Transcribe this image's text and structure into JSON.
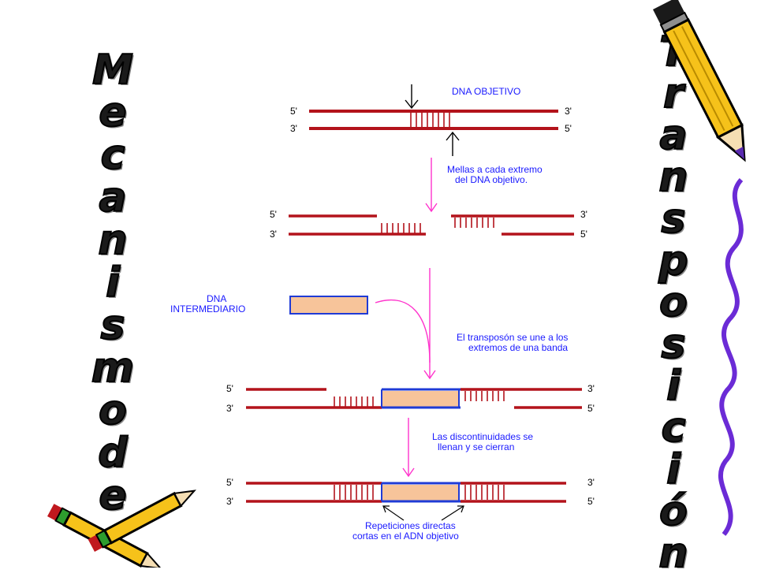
{
  "title_left": [
    "M",
    "e",
    "c",
    "a",
    "n",
    "i",
    "s",
    "m",
    "o",
    "d",
    "e"
  ],
  "title_right": [
    "T",
    "r",
    "a",
    "n",
    "s",
    "p",
    "o",
    "s",
    "i",
    "c",
    "i",
    "ó",
    "n"
  ],
  "diagram": {
    "header_label": "DNA OBJETIVO",
    "ends": {
      "five": "5'",
      "three": "3'"
    },
    "step1_note": [
      "Mellas a cada extremo",
      "del DNA objetivo."
    ],
    "intermediate_label": [
      "DNA",
      "INTERMEDIARIO"
    ],
    "step2_note": [
      "El transposón se une a los",
      "extremos de una banda"
    ],
    "step3_note": [
      "Las discontinuidades se",
      "llenan y se cierran"
    ],
    "bottom_note": [
      "Repeticiones directas",
      "cortas en el ADN objetivo"
    ]
  },
  "colors": {
    "dna": "#b3131b",
    "transposon_fill": "#f7c49a",
    "transposon_border": "#1f3bd6",
    "arrow": "#ff33cc",
    "label": "#1a1aff",
    "decor_purple": "#6b2bd6"
  }
}
